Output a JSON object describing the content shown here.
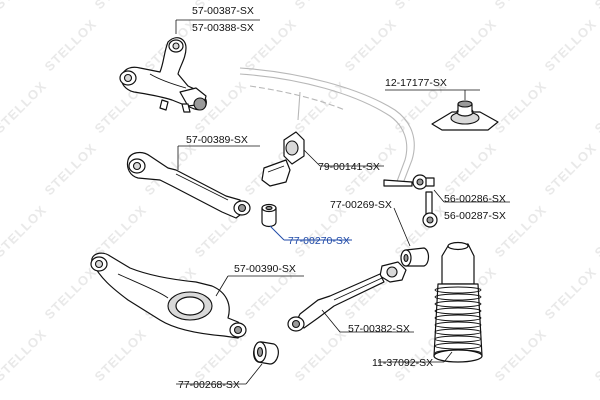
{
  "watermark": {
    "text": "STELLOX"
  },
  "parts": {
    "upper_arm": {
      "label_a": "57-00387-SX",
      "label_b": "57-00388-SX"
    },
    "lateral_link": {
      "label": "57-00389-SX"
    },
    "bushing_highlight": {
      "label": "77-00270-SX"
    },
    "stabilizer_bushing": {
      "label": "79-00141-SX"
    },
    "strut_mount": {
      "label": "12-17177-SX"
    },
    "stabilizer_link": {
      "label_a": "56-00286-SX",
      "label_b": "56-00287-SX"
    },
    "link_bushing": {
      "label": "77-00269-SX"
    },
    "lower_arm": {
      "label": "57-00390-SX"
    },
    "toe_link": {
      "label": "57-00382-SX"
    },
    "arm_bushing": {
      "label": "77-00268-SX"
    },
    "dust_boot": {
      "label": "11-37092-SX"
    }
  },
  "colors": {
    "highlight": "#1f4aa8",
    "watermark": "#e9e9e9",
    "outline": "#111111"
  }
}
